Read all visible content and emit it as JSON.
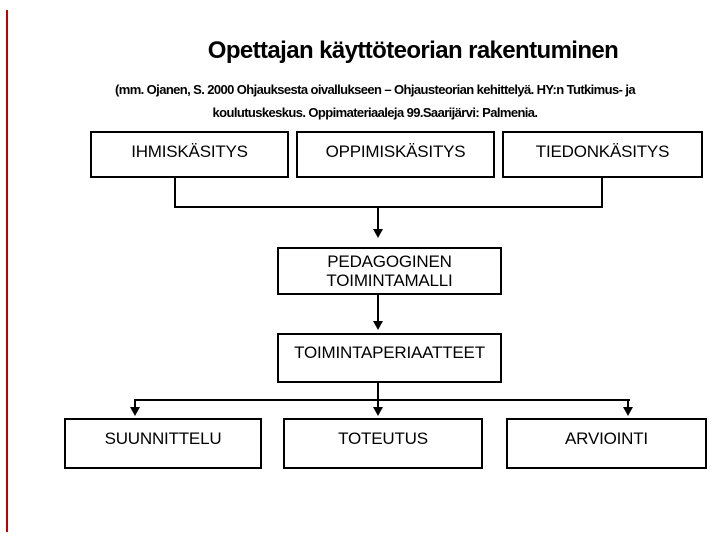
{
  "header": {
    "title": "Opettajan käyttöteorian rakentuminen",
    "citation_line1": "(mm. Ojanen, S. 2000 Ohjauksesta oivallukseen – Ohjausteorian kehittelyä. HY:n Tutkimus- ja",
    "citation_line2": "koulutuskeskus. Oppimateriaaleja 99.Saarijärvi: Palmenia."
  },
  "diagram": {
    "top_row": {
      "box1": "IHMISKÄSITYS",
      "box2": "OPPIMISKÄSITYS",
      "box3": "TIEDONKÄSITYS"
    },
    "middle": {
      "pedagoginen": {
        "line1": "PEDAGOGINEN",
        "line2": "TOIMINTAMALLI"
      },
      "toimintaperiaatteet": "TOIMINTAPERIAATTEET"
    },
    "bottom_row": {
      "box1": "SUUNNITTELU",
      "box2": "TOTEUTUS",
      "box3": "ARVIOINTI"
    },
    "connections": [
      {
        "from": [
          "IHMISKÄSITYS",
          "OPPIMISKÄSITYS",
          "TIEDONKÄSITYS"
        ],
        "to": "PEDAGOGINEN TOIMINTAMALLI"
      },
      {
        "from": [
          "PEDAGOGINEN TOIMINTAMALLI"
        ],
        "to": "TOIMINTAPERIAATTEET"
      },
      {
        "from": [
          "TOIMINTAPERIAATTEET"
        ],
        "to": [
          "SUUNNITTELU",
          "TOTEUTUS",
          "ARVIOINTI"
        ]
      }
    ]
  },
  "colors": {
    "background": "#ffffff",
    "text": "#000000",
    "box_border": "#000000",
    "connector": "#000000",
    "accent_line": "#c00000"
  }
}
